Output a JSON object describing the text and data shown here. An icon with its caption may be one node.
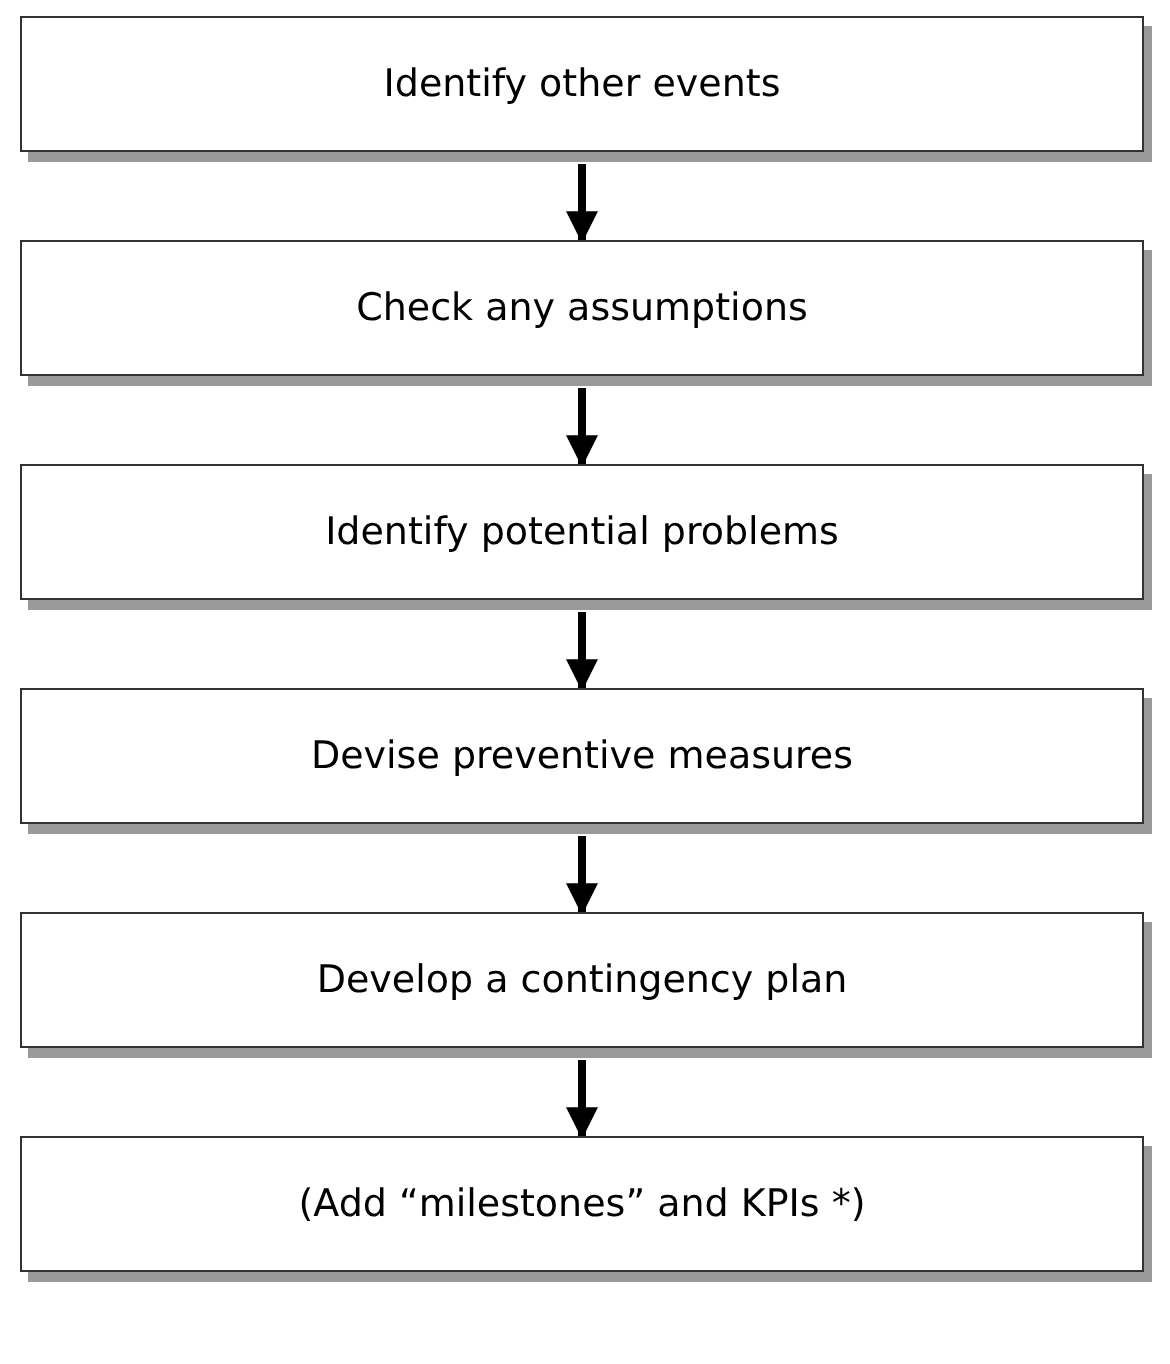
{
  "diagram": {
    "nodes": [
      {
        "text": [
          "Identify other events"
        ]
      },
      {
        "text": [
          "Check any assumptions"
        ]
      },
      {
        "text": [
          "Identify potential problems"
        ]
      },
      {
        "text": [
          "Devise preventive measures"
        ]
      },
      {
        "text": [
          "Develop a contingency plan"
        ]
      },
      {
        "text": [
          "(Add “milestones” and KPIs *)"
        ]
      }
    ],
    "edges": [
      {
        "from": 0,
        "to": 1,
        "arrow": "to"
      },
      {
        "from": 1,
        "to": 2,
        "arrow": "to"
      },
      {
        "from": 2,
        "to": 3,
        "arrow": "to"
      },
      {
        "from": 3,
        "to": 4,
        "arrow": "to"
      },
      {
        "from": 4,
        "to": 5,
        "arrow": "to"
      }
    ]
  }
}
